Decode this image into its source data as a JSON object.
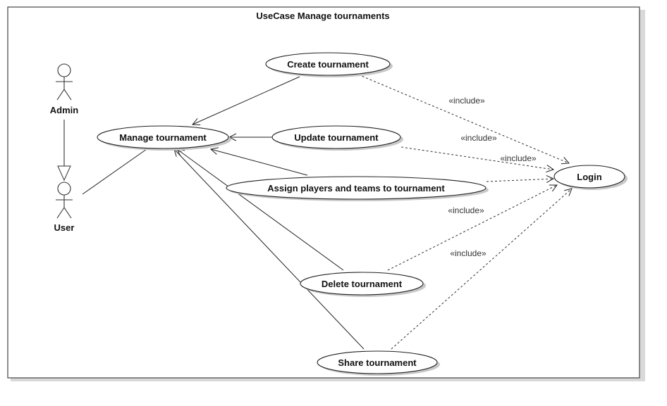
{
  "diagram": {
    "title": "UseCase Manage tournaments",
    "actors": {
      "admin": "Admin",
      "user": "User"
    },
    "use_cases": {
      "manage": "Manage tournament",
      "create": "Create tournament",
      "update": "Update tournament",
      "assign": "Assign players and teams to tournament",
      "delete": "Delete tournament",
      "share": "Share tournament",
      "login": "Login"
    },
    "stereotypes": {
      "create_login": "«include»",
      "update_login": "«include»",
      "assign_login": "«include»",
      "delete_login": "«include»",
      "share_login": "«include»"
    }
  }
}
